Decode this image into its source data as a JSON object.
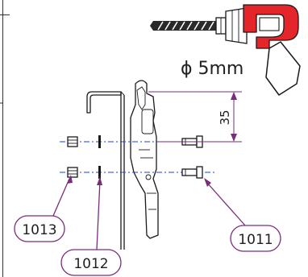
{
  "drill": {
    "diameter_label": "ϕ 5mm"
  },
  "dimension": {
    "value": "35"
  },
  "callouts": [
    {
      "id": "1013"
    },
    {
      "id": "1012"
    },
    {
      "id": "1011"
    }
  ],
  "colors": {
    "centerline": "#1f3fd6",
    "leader": "#7a2d7a",
    "brand_red": "#e4262b",
    "line": "#1a1a1a"
  }
}
